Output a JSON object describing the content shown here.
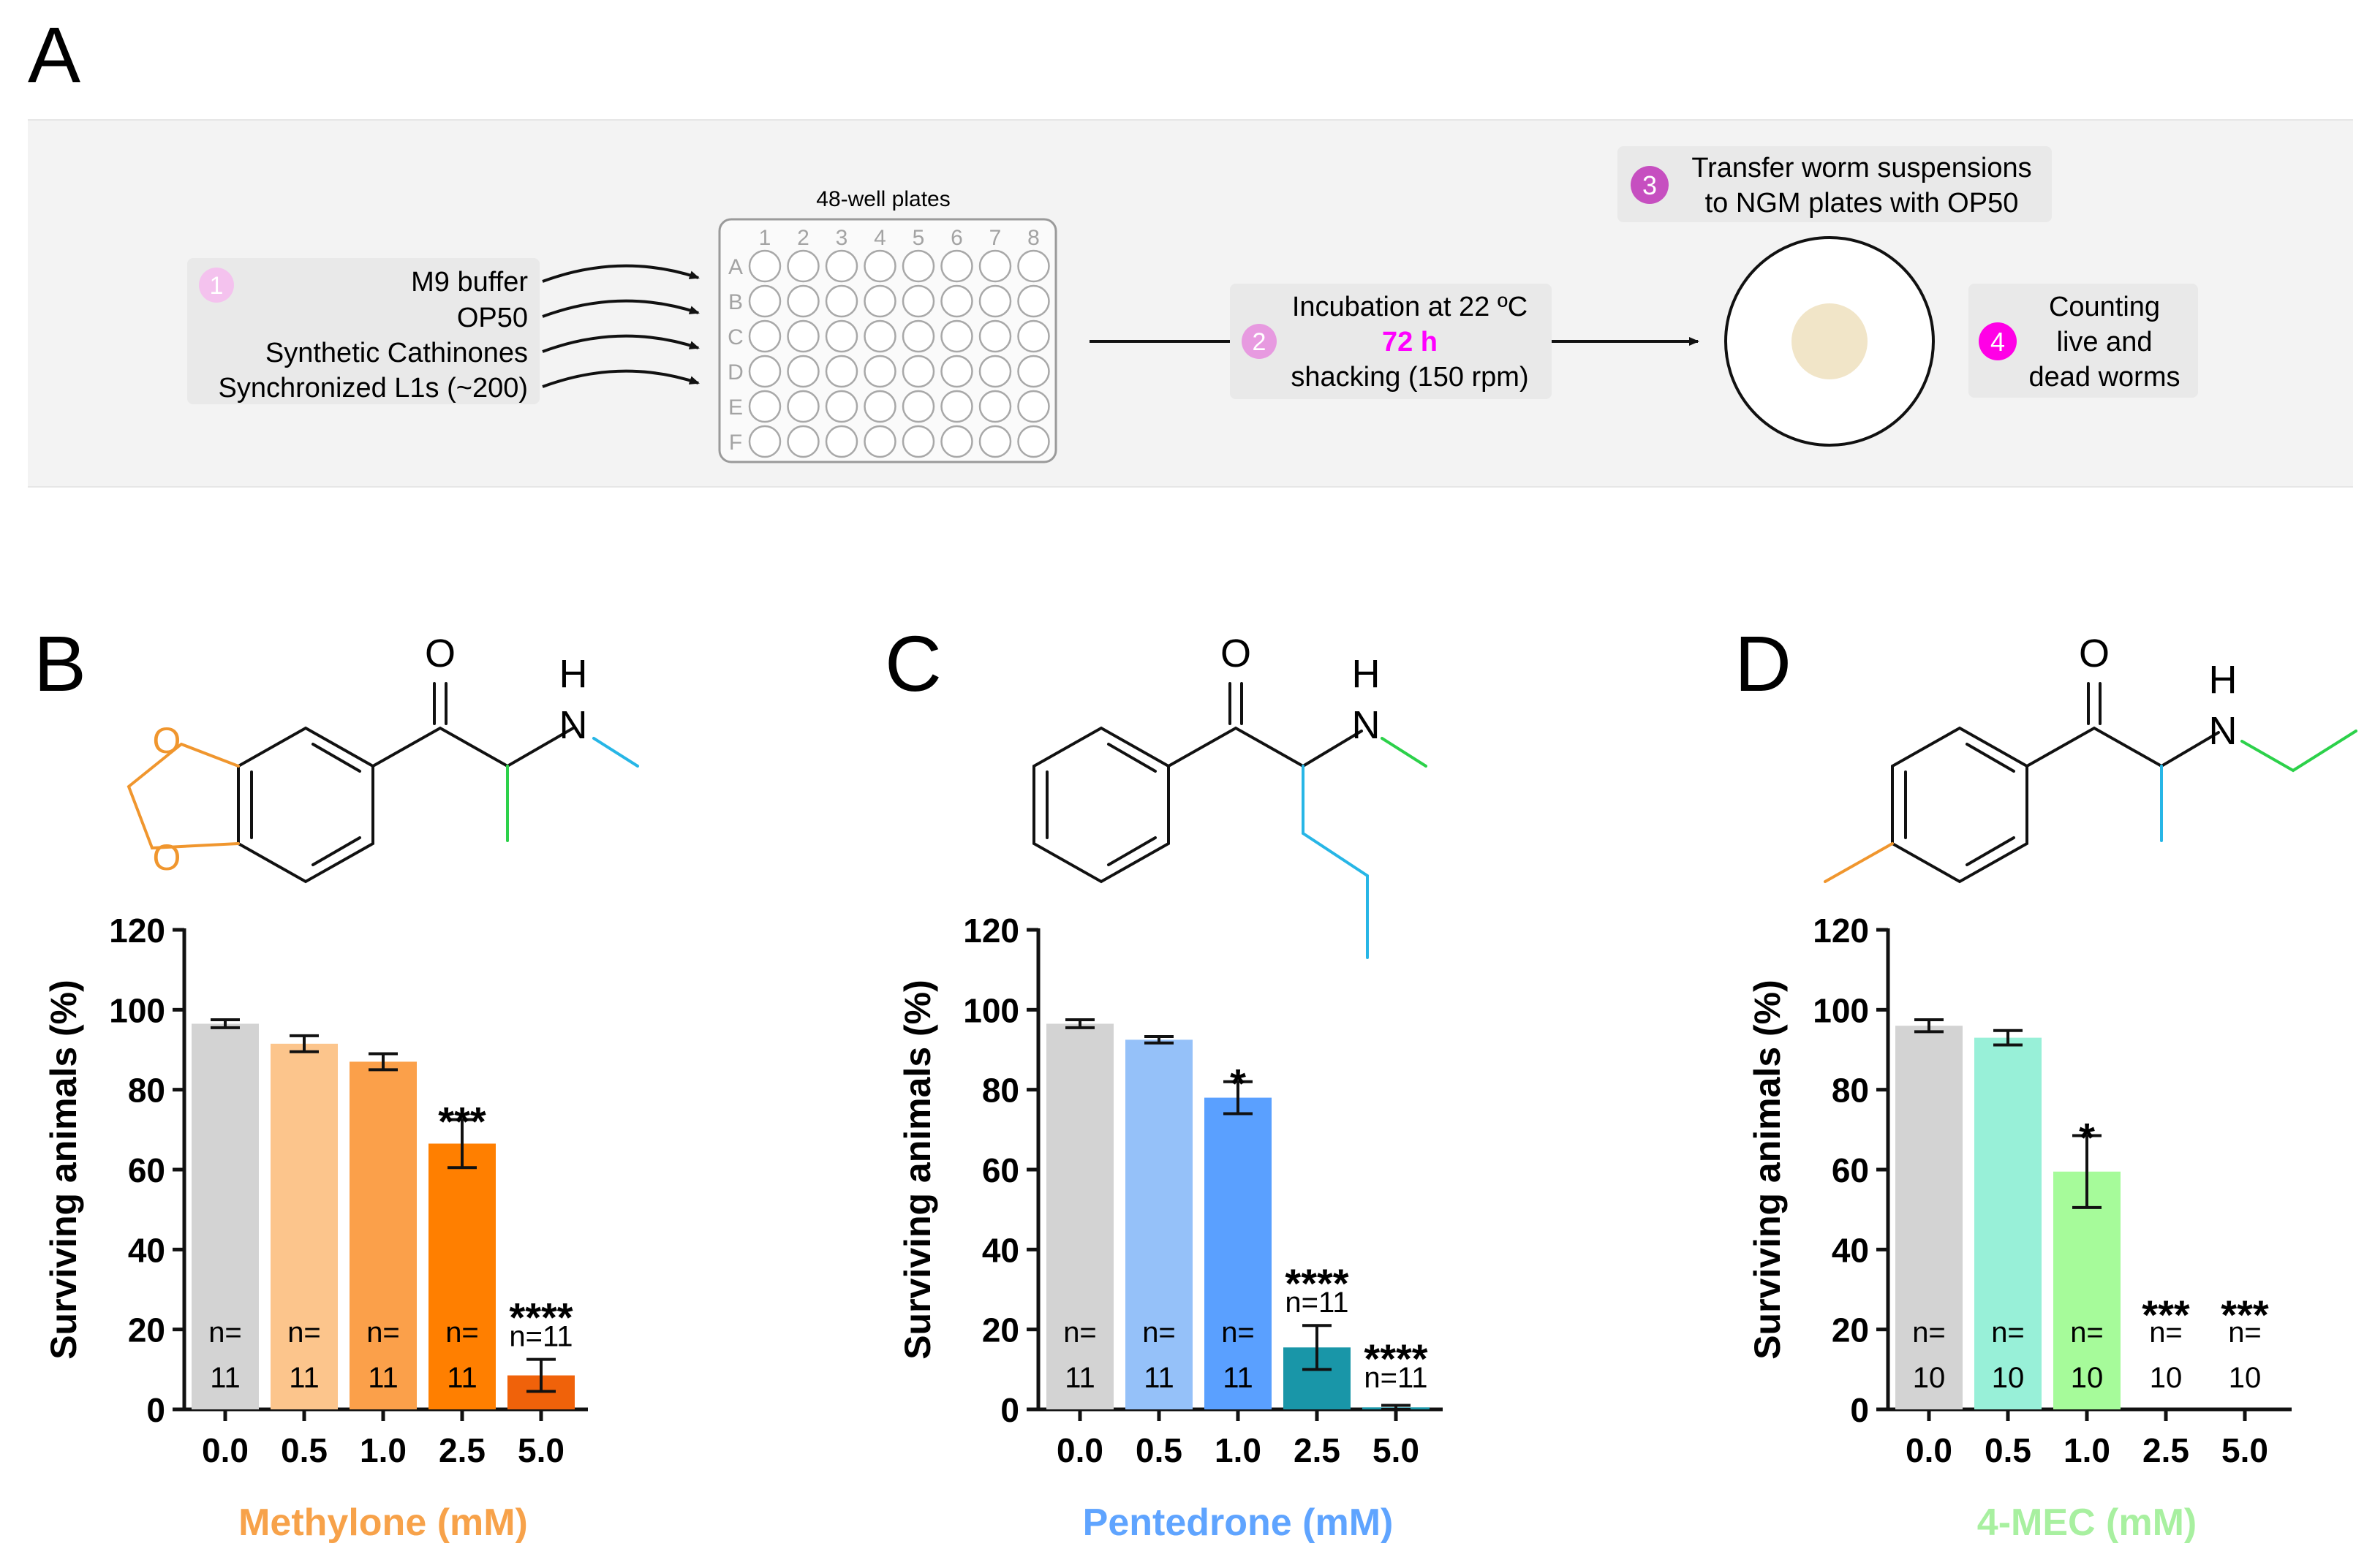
{
  "panels": {
    "A": {
      "letter": "A",
      "plate_label": "48-well plates",
      "plate_columns": [
        "1",
        "2",
        "3",
        "4",
        "5",
        "6",
        "7",
        "8"
      ],
      "plate_rows": [
        "A",
        "B",
        "C",
        "D",
        "E",
        "F"
      ],
      "steps": [
        {
          "number": "1",
          "color": "#f4c2ee",
          "lines": [
            "M9 buffer",
            "OP50",
            "Synthetic Cathinones",
            "Synchronized L1s (~200)"
          ]
        },
        {
          "number": "2",
          "color": "#e79ae0",
          "lines": [
            "Incubation at 22 ºC",
            "72 h",
            "shacking (150 rpm)"
          ],
          "highlight_color": "#ff00ff"
        },
        {
          "number": "3",
          "color": "#c64fc0",
          "lines": [
            "Transfer worm suspensions",
            "to NGM plates with OP50"
          ]
        },
        {
          "number": "4",
          "color": "#ff00e6",
          "lines": [
            "Counting",
            "live and",
            "dead worms"
          ]
        }
      ]
    },
    "B": {
      "letter": "B"
    },
    "C": {
      "letter": "C"
    },
    "D": {
      "letter": "D"
    }
  },
  "chart_data": [
    {
      "type": "bar",
      "panel": "B",
      "title": "",
      "xlabel": "Methylone (mM)",
      "xlabel_color": "#f7a24a",
      "ylabel": "Surviving animals (%)",
      "ylim": [
        0,
        120
      ],
      "yticks": [
        "0",
        "20",
        "40",
        "60",
        "80",
        "100",
        "120"
      ],
      "categories": [
        "0.0",
        "0.5",
        "1.0",
        "2.5",
        "5.0"
      ],
      "values": [
        96.5,
        91.5,
        87,
        66.5,
        8.5
      ],
      "errors": [
        1.0,
        2.0,
        2.0,
        6.0,
        4.0
      ],
      "colors": [
        "#d3d3d3",
        "#fcc58c",
        "#fba04a",
        "#ff7f00",
        "#f0620a"
      ],
      "significance": [
        "",
        "",
        "",
        "***",
        "****"
      ],
      "n_labels": [
        [
          "n=",
          "11"
        ],
        [
          "n=",
          "11"
        ],
        [
          "n=",
          "11"
        ],
        [
          "n=",
          "11"
        ],
        [
          "n=11"
        ]
      ]
    },
    {
      "type": "bar",
      "panel": "C",
      "title": "",
      "xlabel": "Pentedrone (mM)",
      "xlabel_color": "#5fa4ff",
      "ylabel": "Surviving animals (%)",
      "ylim": [
        0,
        120
      ],
      "yticks": [
        "0",
        "20",
        "40",
        "60",
        "80",
        "100",
        "120"
      ],
      "categories": [
        "0.0",
        "0.5",
        "1.0",
        "2.5",
        "5.0"
      ],
      "values": [
        96.5,
        92.5,
        78,
        15.5,
        0.5
      ],
      "errors": [
        1.0,
        0.8,
        4.0,
        5.5,
        0.5
      ],
      "colors": [
        "#d3d3d3",
        "#95c1f9",
        "#5aa0ff",
        "#1996a8",
        "#1996a8"
      ],
      "significance": [
        "",
        "",
        "*",
        "****",
        "****"
      ],
      "n_labels": [
        [
          "n=",
          "11"
        ],
        [
          "n=",
          "11"
        ],
        [
          "n=",
          "11"
        ],
        [
          "n=11"
        ],
        [
          "n=11"
        ]
      ]
    },
    {
      "type": "bar",
      "panel": "D",
      "title": "",
      "xlabel": "4-MEC (mM)",
      "xlabel_color": "#a8f0a0",
      "ylabel": "Surviving animals (%)",
      "ylim": [
        0,
        120
      ],
      "yticks": [
        "0",
        "20",
        "40",
        "60",
        "80",
        "100",
        "120"
      ],
      "categories": [
        "0.0",
        "0.5",
        "1.0",
        "2.5",
        "5.0"
      ],
      "values": [
        96,
        93,
        59.5,
        0,
        0
      ],
      "errors": [
        1.5,
        1.8,
        9.0,
        0,
        0
      ],
      "colors": [
        "#d3d3d3",
        "#98f0d8",
        "#a6fb9a",
        "#a6fb9a",
        "#a6fb9a"
      ],
      "significance": [
        "",
        "",
        "*",
        "***",
        "***"
      ],
      "n_labels": [
        [
          "n=",
          "10"
        ],
        [
          "n=",
          "10"
        ],
        [
          "n=",
          "10"
        ],
        [
          "n=",
          "10"
        ],
        [
          "n=",
          "10"
        ]
      ]
    }
  ],
  "structures": {
    "B": {
      "atoms": [
        "O",
        "H",
        "N"
      ],
      "ring_oxygens": [
        "O",
        "O"
      ],
      "highlight_colors": [
        "#f0962e",
        "#2cd14a",
        "#27b6e6"
      ]
    },
    "C": {
      "atoms": [
        "O",
        "H",
        "N"
      ],
      "highlight_colors": [
        "#2cd14a",
        "#27b6e6"
      ]
    },
    "D": {
      "atoms": [
        "O",
        "H",
        "N"
      ],
      "highlight_colors": [
        "#f0962e",
        "#27b6e6",
        "#2cd14a"
      ]
    }
  }
}
